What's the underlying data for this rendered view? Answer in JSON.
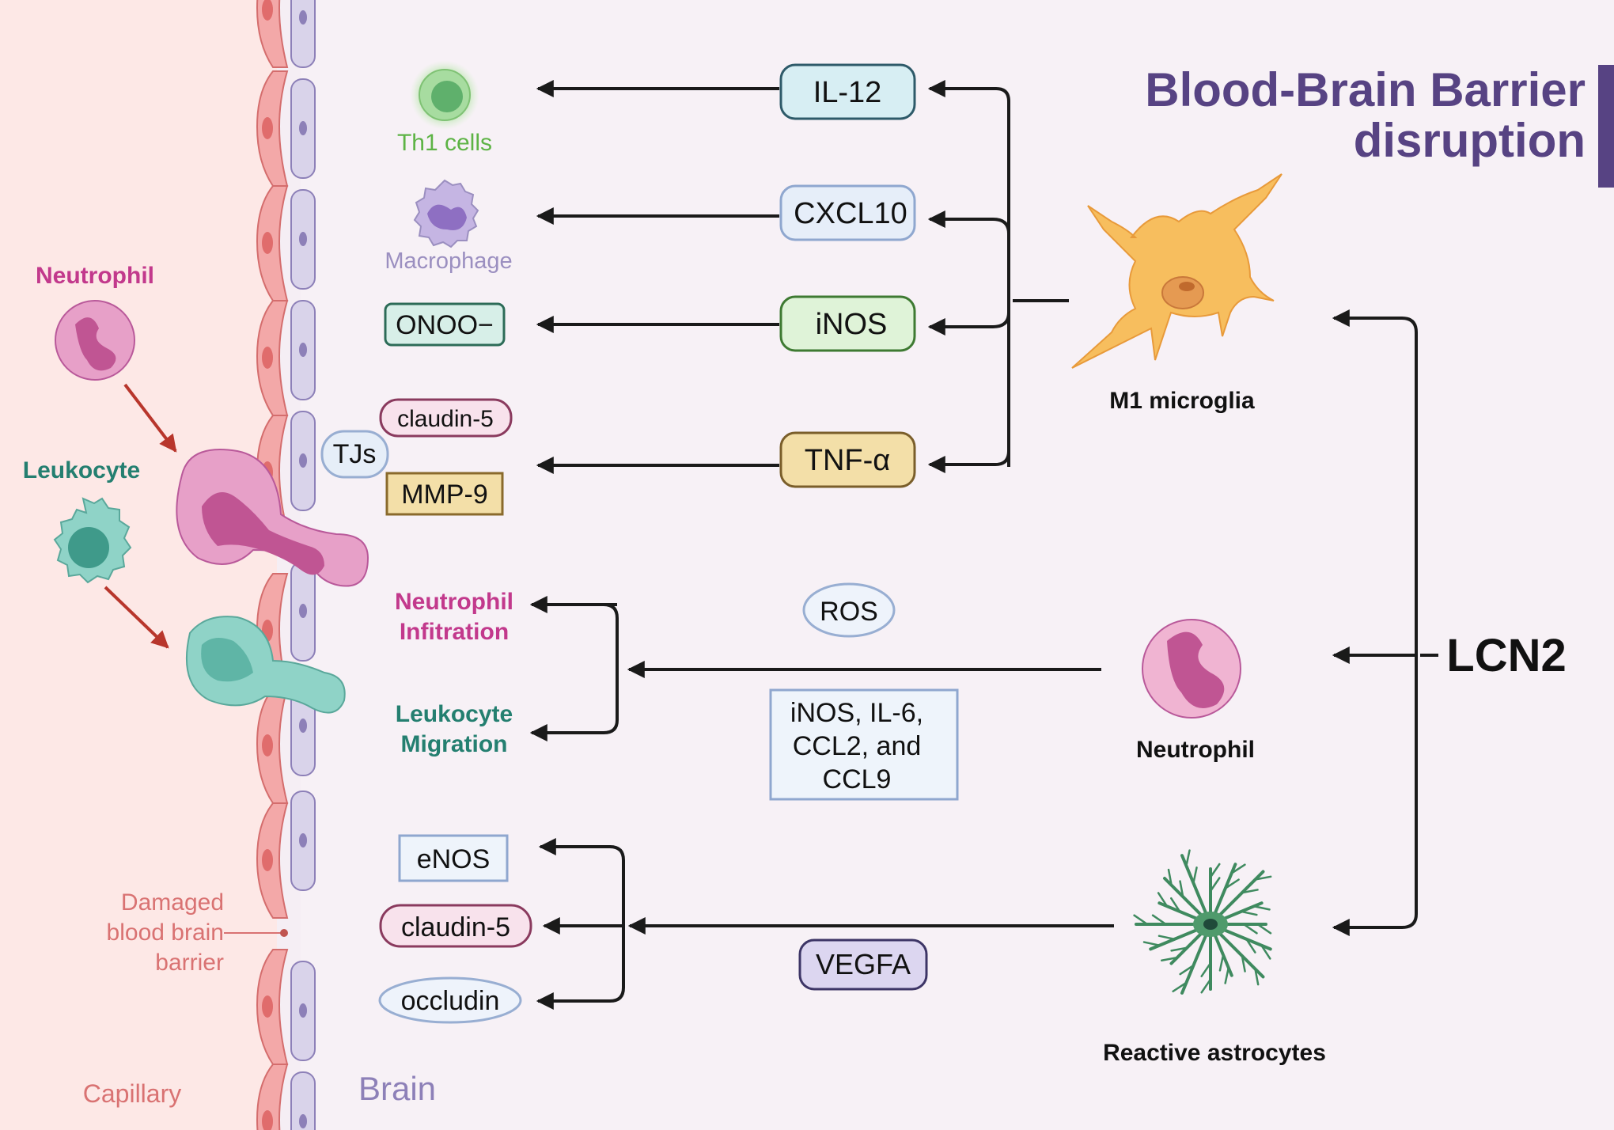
{
  "title": {
    "line1": "Blood-Brain Barrier",
    "line2": "disruption"
  },
  "regions": {
    "capillary": "Capillary",
    "brain": "Brain"
  },
  "left_cells": {
    "neutrophil": "Neutrophil",
    "leukocyte": "Leukocyte"
  },
  "damaged_label": {
    "line1": "Damaged",
    "line2": "blood brain",
    "line3": "barrier"
  },
  "targets": {
    "th1": "Th1 cells",
    "macrophage": "Macrophage",
    "onoo": "ONOO−",
    "tjs": "TJs",
    "claudin5_top": "claudin-5",
    "mmp9": "MMP-9",
    "neutrophil_infiltration": {
      "line1": "Neutrophil",
      "line2": "Infitration"
    },
    "leukocyte_migration": {
      "line1": "Leukocyte",
      "line2": "Migration"
    },
    "enos": "eNOS",
    "claudin5_bottom": "claudin-5",
    "occludin": "occludin"
  },
  "mediators": {
    "il12": "IL-12",
    "cxcl10": "CXCL10",
    "inos": "iNOS",
    "tnfa": "TNF-α",
    "ros": "ROS",
    "neutrophil_box": {
      "line1": "iNOS, IL-6,",
      "line2": "CCL2, and",
      "line3": "CCL9"
    },
    "vegfa": "VEGFA"
  },
  "sources": {
    "m1_microglia": "M1 microglia",
    "neutrophil": "Neutrophil",
    "astrocytes": "Reactive astrocytes"
  },
  "center": {
    "lcn2": "LCN2"
  },
  "colors": {
    "title": "#574383",
    "neutrophil": "#c2398c",
    "leukocyte": "#247f70",
    "th1": "#5db345",
    "macrophage": "#9b8fc0",
    "damaged": "#d97272",
    "brain": "#8d80b8",
    "arrow": "#1a1a1a"
  }
}
